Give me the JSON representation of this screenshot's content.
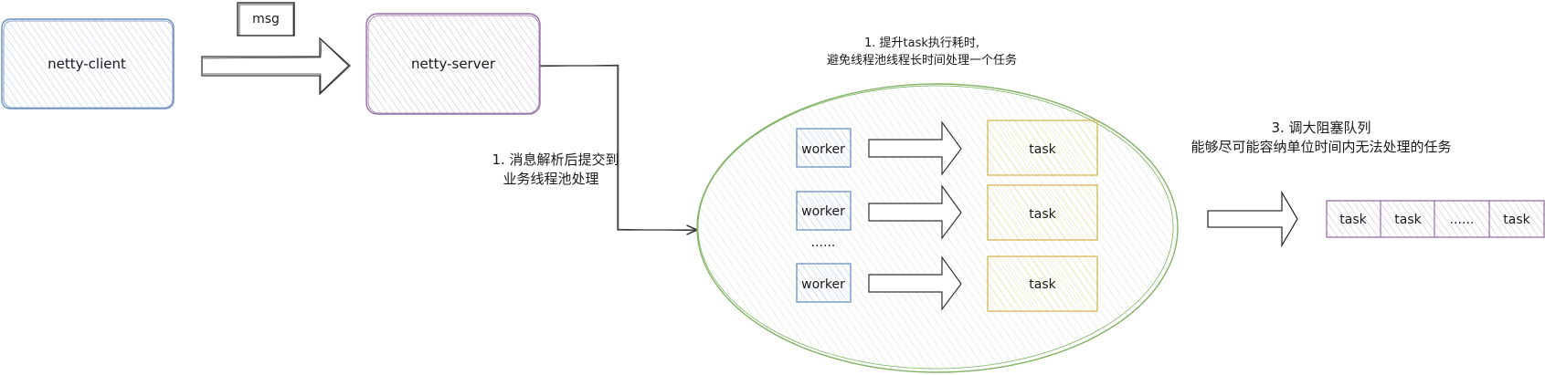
{
  "nodes": {
    "client": {
      "label": "netty-client",
      "fill": "#dae8fc",
      "stroke": "#6c8ebf"
    },
    "msg": {
      "label": "msg"
    },
    "server": {
      "label": "netty-server",
      "fill": "#e1d5e7",
      "stroke": "#9673a6"
    },
    "workers": [
      "worker",
      "worker",
      "worker"
    ],
    "worker_ellipsis": "......",
    "tasks": [
      "task",
      "task",
      "task"
    ],
    "queue": [
      "task",
      "task",
      "......",
      "task"
    ]
  },
  "notes": {
    "dispatch": [
      "1. 消息解析后提交到",
      "业务线程池处理"
    ],
    "pool": [
      "1. 提升task执行耗时,",
      "避免线程池线程长时间处理一个任务"
    ],
    "queue": [
      "3. 调大阻塞队列",
      "能够尽可能容纳单位时间内无法处理的任务"
    ]
  },
  "colors": {
    "worker_fill": "#dae8fc",
    "worker_stroke": "#6c8ebf",
    "task_fill": "#fff2cc",
    "task_stroke": "#d6b656",
    "pool_fill": "#d5e8d4",
    "pool_stroke": "#82b366",
    "queue_fill": "#e1d5e7",
    "queue_stroke": "#9673a6",
    "arrow_stroke": "#333333",
    "text": "#1a1a1a"
  }
}
